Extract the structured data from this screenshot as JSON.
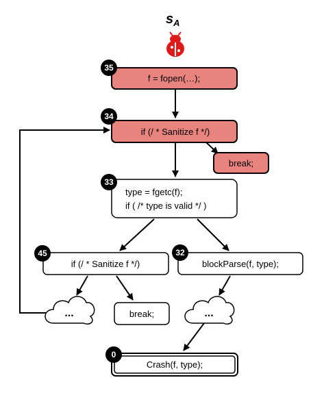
{
  "title": {
    "main": "s",
    "subscript": "A"
  },
  "icons": {
    "bug": "bug-icon"
  },
  "colors": {
    "highlight": "#e8837d",
    "node": "#ffffff",
    "badge": "#000000",
    "bug": "#e01a1a"
  },
  "nodes": {
    "n35": {
      "id": "35",
      "line1": "f = fopen(…);"
    },
    "n34": {
      "id": "34",
      "line1": "if (/ * Sanitize f */)"
    },
    "break_top": {
      "line1": "break;"
    },
    "n33": {
      "id": "33",
      "line1": "type = fgetc(f);",
      "line2": "if  ( /* type is valid */ )"
    },
    "n45": {
      "id": "45",
      "line1": "if (/ * Sanitize f */)"
    },
    "n32": {
      "id": "32",
      "line1": "blockParse(f, type);"
    },
    "cloud_left": {
      "line1": "..."
    },
    "break_bottom": {
      "line1": "break;"
    },
    "cloud_right": {
      "line1": "..."
    },
    "n0": {
      "id": "0",
      "line1": "Crash(f, type);"
    }
  }
}
